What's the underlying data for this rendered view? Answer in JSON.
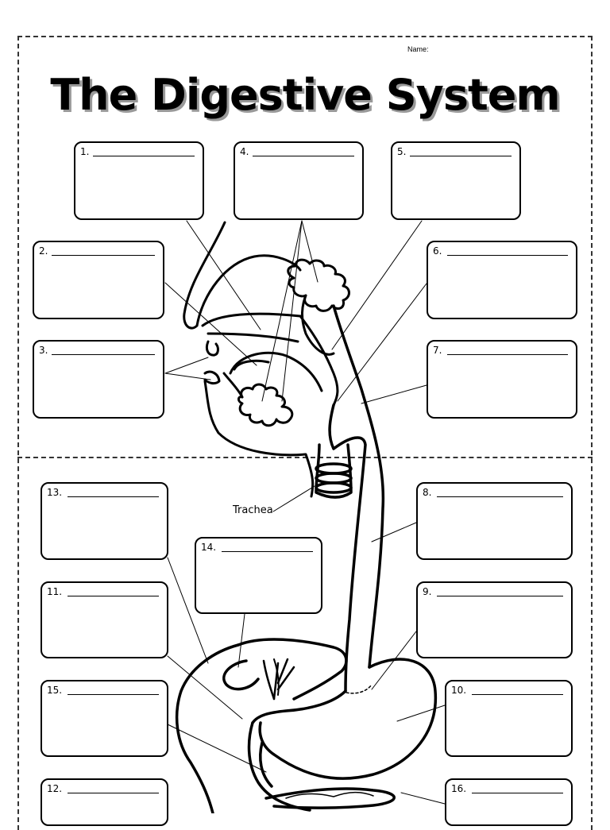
{
  "header": {
    "name_label": "Name:"
  },
  "title": "The Digestive System",
  "boxes": [
    {
      "num": "1."
    },
    {
      "num": "2."
    },
    {
      "num": "3."
    },
    {
      "num": "4."
    },
    {
      "num": "5."
    },
    {
      "num": "6."
    },
    {
      "num": "7."
    },
    {
      "num": "8."
    },
    {
      "num": "9."
    },
    {
      "num": "10."
    },
    {
      "num": "11."
    },
    {
      "num": "12."
    },
    {
      "num": "13."
    },
    {
      "num": "14."
    },
    {
      "num": "15."
    },
    {
      "num": "16."
    }
  ],
  "diagram": {
    "trachea_label": "Trachea"
  }
}
